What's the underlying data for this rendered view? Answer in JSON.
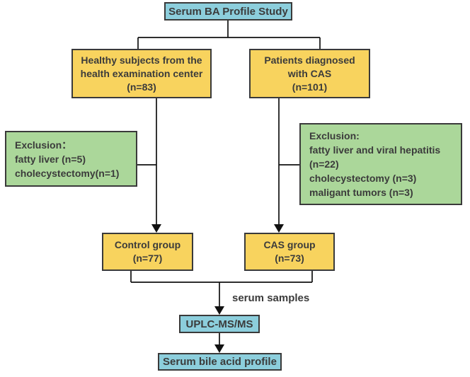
{
  "diagram": {
    "title": "Serum BA Profile Study",
    "nodes": {
      "healthy": {
        "lines": [
          "Healthy subjects from the",
          "health examination center",
          "(n=83)"
        ]
      },
      "patients": {
        "lines": [
          "Patients diagnosed",
          "with CAS",
          "(n=101)"
        ]
      },
      "exclusion_left": {
        "lines": [
          "Exclusion：",
          "fatty liver (n=5)",
          "cholecystectomy(n=1)"
        ]
      },
      "exclusion_right": {
        "lines": [
          "Exclusion:",
          "fatty liver and viral hepatitis",
          "(n=22)",
          "cholecystectomy (n=3)",
          "maligant tumors (n=3)"
        ]
      },
      "control": {
        "lines": [
          "Control group",
          "(n=77)"
        ]
      },
      "cas": {
        "lines": [
          "CAS group",
          "(n=73)"
        ]
      },
      "uplc": {
        "label": "UPLC-MS/MS"
      },
      "profile": {
        "label": "Serum bile acid profile"
      }
    },
    "edge_labels": {
      "serum_samples": "serum samples"
    },
    "colors": {
      "box_blue": "#8CCEDC",
      "box_yellow": "#F8D35E",
      "box_green": "#ABD79A",
      "box_border": "#3a3a3a",
      "text": "#3b3b3b",
      "connector": "#111111"
    }
  }
}
